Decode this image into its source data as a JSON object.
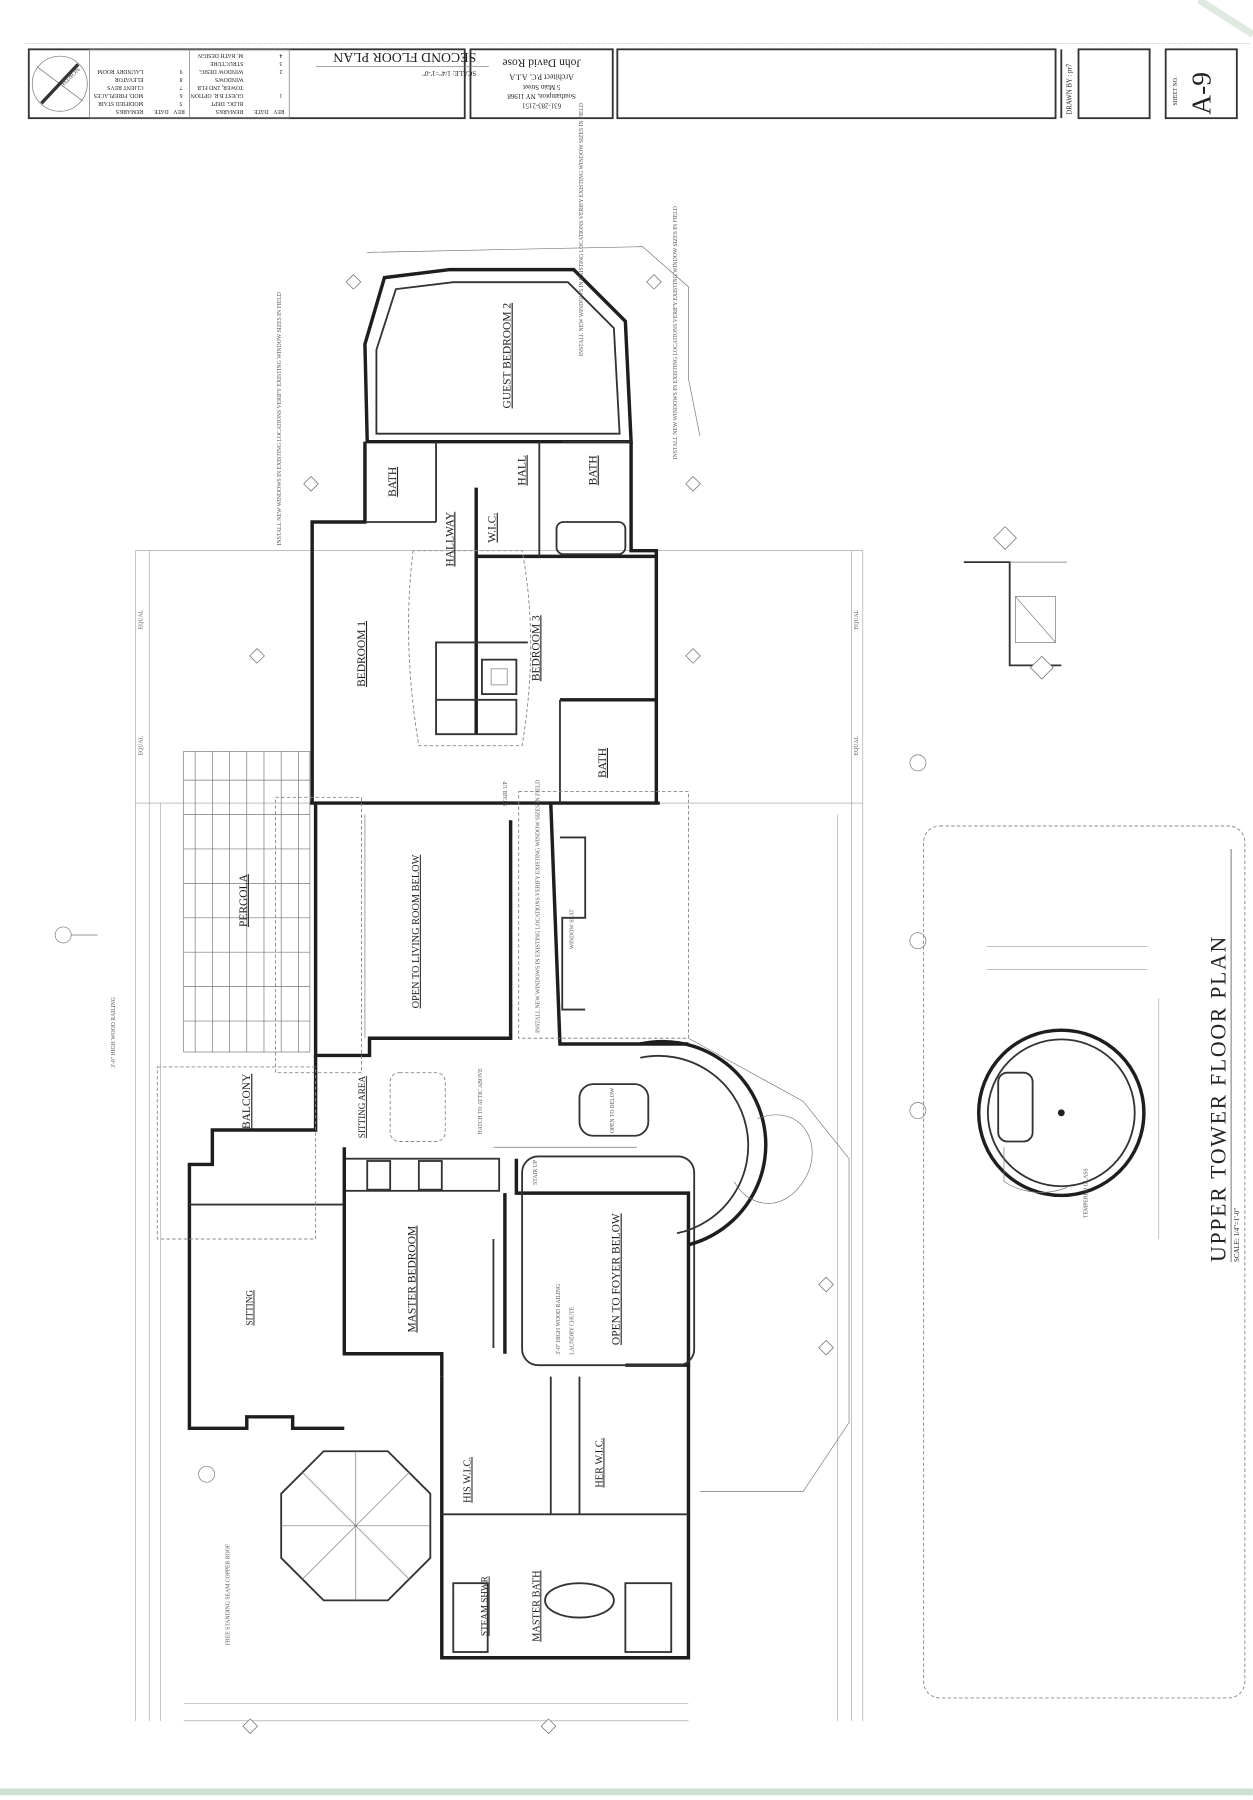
{
  "title_block": {
    "north_label": "NORTH",
    "drawing_title": "SECOND FLOOR PLAN",
    "scale": "SCALE: 1/4\"=1'-0\"",
    "architect": {
      "name": "John David Rose",
      "firm": "Architect P.C. A.I.A",
      "street": "5 Main Street",
      "city": "Southampton, NY 11968",
      "phone": "631-283-2151"
    },
    "drawn_by": "DRAWN BY : pr7",
    "sheet_label": "SHEET NO.",
    "sheet_number": "A-9",
    "revisions_header": {
      "rev": "REV",
      "date": "DATE",
      "remarks": "REMARKS"
    },
    "revisions_left": [
      {
        "rev": "",
        "remarks": "BLDG. DEPT"
      },
      {
        "rev": "1",
        "remarks": "GUEST B.R. OPTION"
      },
      {
        "rev": "",
        "remarks": "TOWER, 2ND FLR"
      },
      {
        "rev": "",
        "remarks": "WINDOWS"
      },
      {
        "rev": "2",
        "remarks": "WINDOW DESIG."
      },
      {
        "rev": "3",
        "remarks": "STRUCTURE"
      },
      {
        "rev": "4",
        "remarks": "M. BATH DESIGN"
      }
    ],
    "revisions_right": [
      {
        "rev": "5",
        "remarks": "MODIFIED STAIR"
      },
      {
        "rev": "6",
        "remarks": "MOD. FIREPLACES"
      },
      {
        "rev": "7",
        "remarks": "CLIENT REVS"
      },
      {
        "rev": "8",
        "remarks": "ELEVATOR"
      },
      {
        "rev": "9",
        "remarks": "LAUNDRY ROOM"
      }
    ]
  },
  "rooms": {
    "guest_bedroom": "GUEST BEDROOM 2",
    "bath_1": "BATH",
    "bath_2": "BATH",
    "bath_3": "BATH",
    "hall": "HALL",
    "wic": "W.I.C.",
    "hallway": "HALLWAY",
    "bedroom_1": "BEDROOM 1",
    "bedroom_3": "BEDROOM 3",
    "pergola": "PERGOLA",
    "open_living": "OPEN TO LIVING ROOM BELOW",
    "balcony": "BALCONY",
    "sitting_area": "SITTING AREA",
    "sitting": "SITTING",
    "master_bedroom": "MASTER BEDROOM",
    "open_foyer": "OPEN TO FOYER BELOW",
    "his_wic": "HIS W.I.C.",
    "her_wic": "HER W.I.C.",
    "steam_shower": "STEAM SHWR",
    "master_bath": "MASTER BATH"
  },
  "notes": {
    "install_windows": "INSTALL NEW WINDOWS IN EXISTING LOCATIONS VERIFY EXISTING WINDOW SIZES IN FIELD",
    "stair_up": "STAIR UP",
    "open_to_below": "OPEN TO BELOW",
    "hatch_attic": "HATCH TO ATTIC ABOVE",
    "wood_railing": "3'-0\" HIGH WOOD RAILING",
    "laundry_chute": "LAUNDRY CHUTE",
    "window_seat": "WINDOW SEAT",
    "copper_roof": "FREE STANDING SEAM COPPER ROOF",
    "tempered_glass": "TEMPERED GLASS",
    "equal": "EQUAL"
  },
  "tower_plan": {
    "title": "UPPER TOWER FLOOR PLAN",
    "scale": "SCALE: 1/4\"=1'-0\""
  }
}
